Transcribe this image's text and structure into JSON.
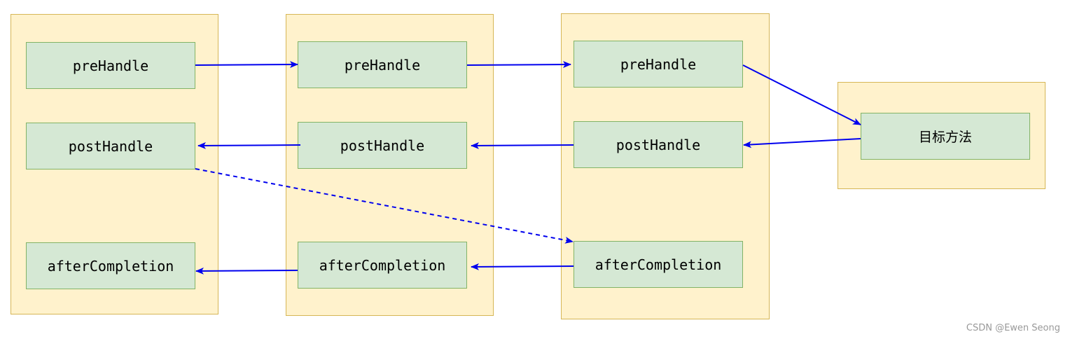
{
  "interceptors": [
    {
      "preHandle": "preHandle",
      "postHandle": "postHandle",
      "afterCompletion": "afterCompletion"
    },
    {
      "preHandle": "preHandle",
      "postHandle": "postHandle",
      "afterCompletion": "afterCompletion"
    },
    {
      "preHandle": "preHandle",
      "postHandle": "postHandle",
      "afterCompletion": "afterCompletion"
    }
  ],
  "target": {
    "label": "目标方法"
  },
  "watermark": "CSDN @Ewen Seong",
  "colors": {
    "group_fill": "#fff2cc",
    "group_border": "#d6b656",
    "box_fill": "#d5e8d4",
    "box_border": "#82b366",
    "arrow": "#0000ee"
  }
}
